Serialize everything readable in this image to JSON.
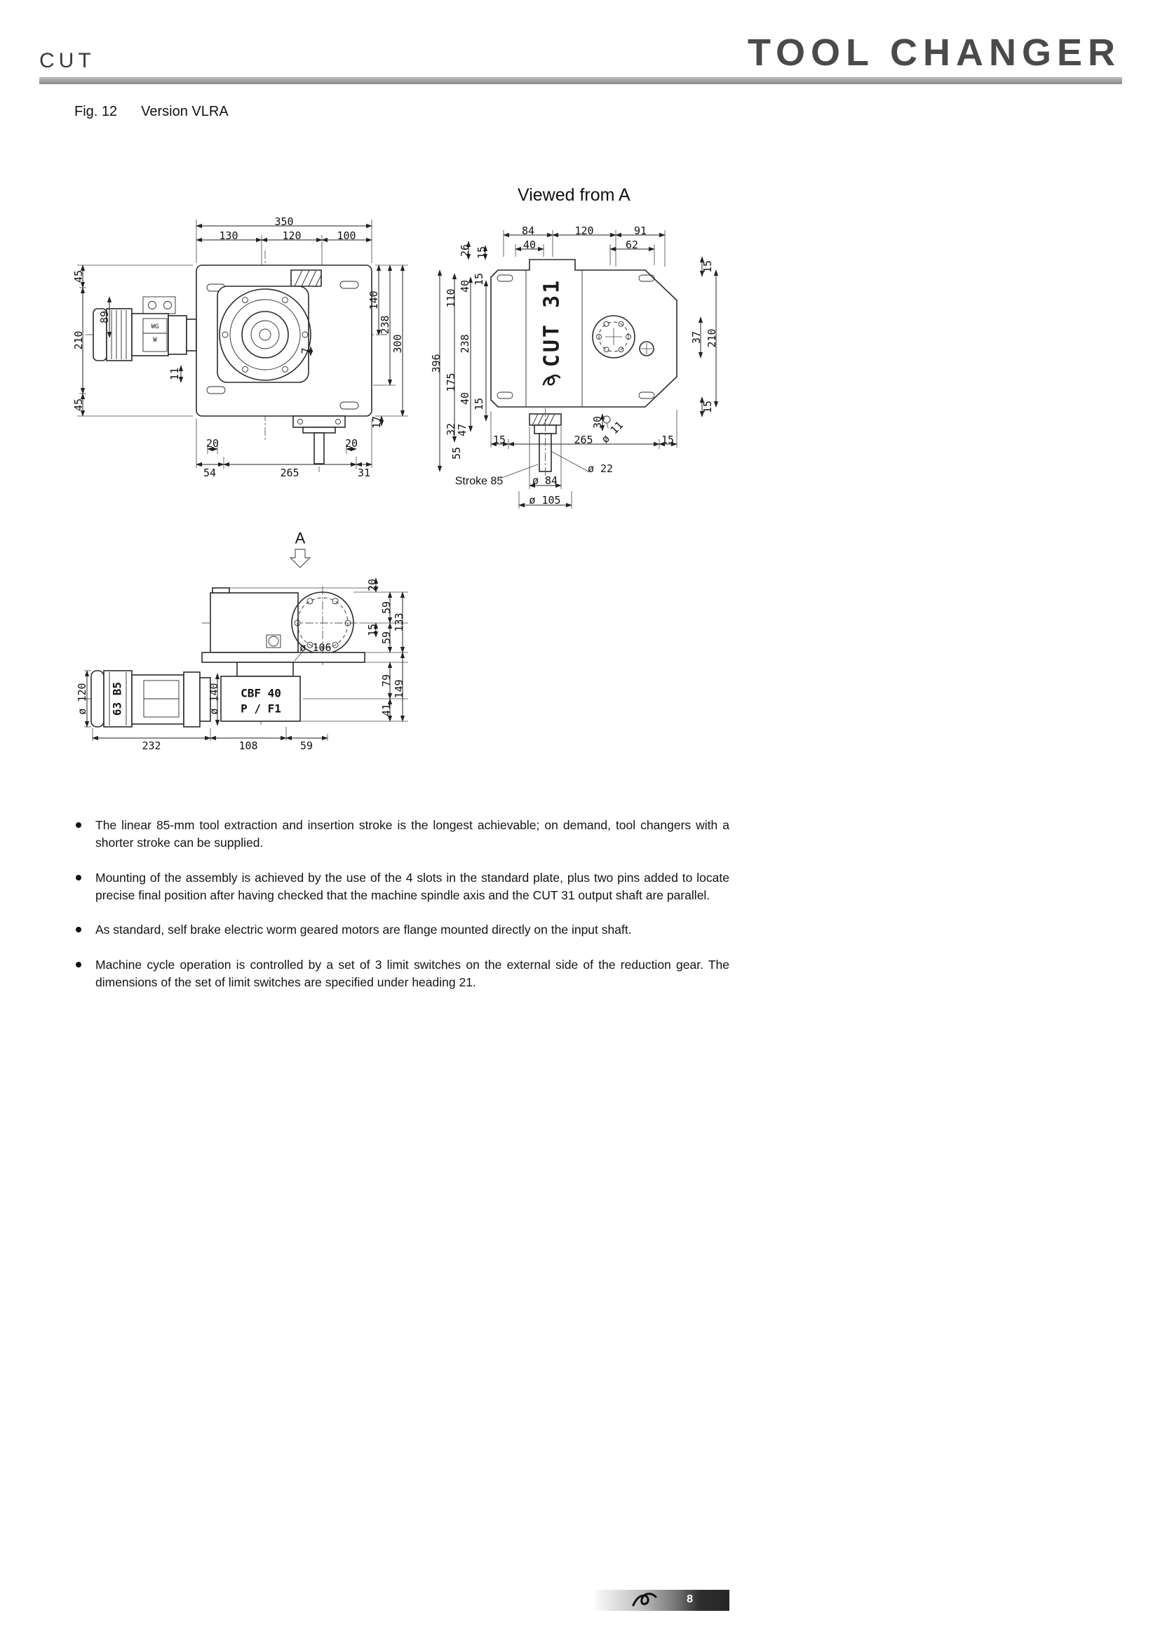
{
  "header": {
    "left": "CUT",
    "right": "TOOL CHANGER"
  },
  "caption": {
    "fig": "Fig. 12",
    "title": "Version VLRA"
  },
  "front": {
    "t350": "350",
    "t130": "130",
    "t120": "120",
    "t100": "100",
    "l45a": "45",
    "l210": "210",
    "l45b": "45",
    "m89": "89",
    "m11": "11",
    "r140": "140",
    "r238": "238",
    "r300": "300",
    "r17": "17",
    "b20a": "20",
    "b54": "54",
    "b265": "265",
    "b20b": "20",
    "b31": "31",
    "d7": "7",
    "badge1": "WG",
    "badge2": "W"
  },
  "viewa": {
    "title": "Viewed from A",
    "body": "CUT 31",
    "t84": "84",
    "t120": "120",
    "t91": "91",
    "t40": "40",
    "t62": "62",
    "l26": "26",
    "l15a": "15",
    "l110": "110",
    "l40a": "40",
    "l15b": "15",
    "l238": "238",
    "l396": "396",
    "l175": "175",
    "l40b": "40",
    "l15c": "15",
    "l32": "32",
    "l47": "47",
    "l55": "55",
    "r15a": "15",
    "r37": "37",
    "r210": "210",
    "r15b": "15",
    "b15a": "15",
    "b265": "265",
    "b30": "30",
    "bd11": "ø 11",
    "b15b": "15",
    "stroke": "Stroke 85",
    "d84": "ø 84",
    "d22": "ø 22",
    "d105": "ø 105"
  },
  "side": {
    "label": "A",
    "r20": "20",
    "r59a": "59",
    "r15": "15",
    "r59b": "59",
    "r133": "133",
    "r79": "79",
    "r41": "41",
    "r149": "149",
    "d106": "ø 106",
    "d140": "ø 140",
    "d120": "ø 120",
    "motor": "63 B5",
    "gear1": "CBF 40",
    "gear2": "P / F1",
    "b232": "232",
    "b108": "108",
    "b59": "59"
  },
  "bullets": [
    "The linear 85-mm tool extraction and insertion stroke is the longest achievable; on demand, tool changers with a shorter stroke can be supplied.",
    "Mounting of the assembly is achieved by the use of the 4 slots in the standard plate, plus two pins added to locate precise final position after having checked that the machine spindle axis and the CUT 31 output shaft are parallel.",
    "As standard, self brake electric worm geared motors are flange mounted directly on the input shaft.",
    "Machine cycle operation is controlled by a set of 3 limit switches on the external side of the reduction gear. The dimensions of the set of limit switches are specified under heading 21."
  ],
  "footer": {
    "page": "8"
  }
}
